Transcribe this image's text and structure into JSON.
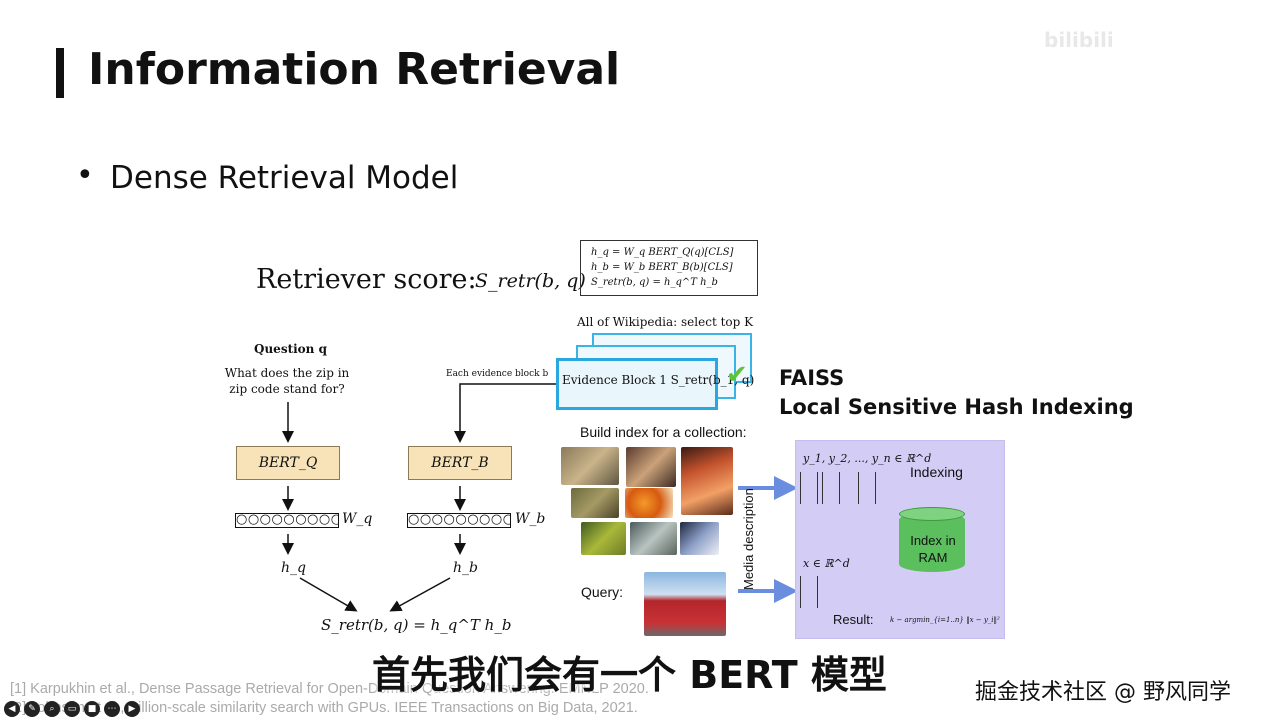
{
  "slide": {
    "title": "Information Retrieval",
    "bullet_symbol": "•",
    "bullet": "Dense Retrieval Model"
  },
  "dpr_figure": {
    "retriever_label": "Retriever score:",
    "retriever_formula": "S_retr(b, q)",
    "formula_lines": [
      "h_q = W_q BERT_Q(q)[CLS]",
      "h_b = W_b BERT_B(b)[CLS]",
      "S_retr(b, q) = h_q^T h_b"
    ],
    "wiki_label": "All of Wikipedia: select top K",
    "evidence_block_text": "Evidence Block 1  S_retr(b_1, q)",
    "check_mark": "✔",
    "question_label": "Question q",
    "question_text": "What does the zip in zip code stand for?",
    "evidence_each_label": "Each evidence block b",
    "bert_q": "BERT_Q",
    "bert_b": "BERT_B",
    "vector_q": "○○○○○○○○○",
    "vector_b": "○○○○○○○○○",
    "w_q": "W_q",
    "w_b": "W_b",
    "h_q": "h_q",
    "h_b": "h_b",
    "score_equation": "S_retr(b, q) = h_q^T h_b"
  },
  "faiss_figure": {
    "faiss_title": "FAISS",
    "faiss_subtitle": "Local Sensitive Hash Indexing",
    "build_index_label": "Build index for a collection:",
    "y_set": "y_1, y_2, ..., y_n ∈ ℝ^d",
    "indexing_label": "Indexing",
    "db_label": "Index in RAM",
    "x_set": "x ∈ ℝ^d",
    "result_label": "Result:",
    "result_formula": "k − argmin_{i=1..n} ‖x − y_i‖²",
    "media_description": "Media description",
    "query_label": "Query:"
  },
  "footnotes": [
    "[1] Karpukhin et al., Dense Passage Retrieval for Open-Domain Question Answering. EMNLP 2020.",
    "[2] Johnson et al., Billion-scale similarity search with GPUs. IEEE Transactions on Big Data, 2021."
  ],
  "overlay": {
    "subtitle": "首先我们会有一个 BERT 模型",
    "watermark_right": "掘金技术社区 @ 野风同学",
    "watermark_top": "bilibili"
  },
  "colors": {
    "bert_fill": "#f7e3b7",
    "wiki_blue": "#2aa7e0",
    "faiss_panel": "#d3cdf6",
    "arrow_red": "#d23a2a",
    "arrow_blue": "#6b8de0",
    "db_green": "#5bbf5e"
  }
}
